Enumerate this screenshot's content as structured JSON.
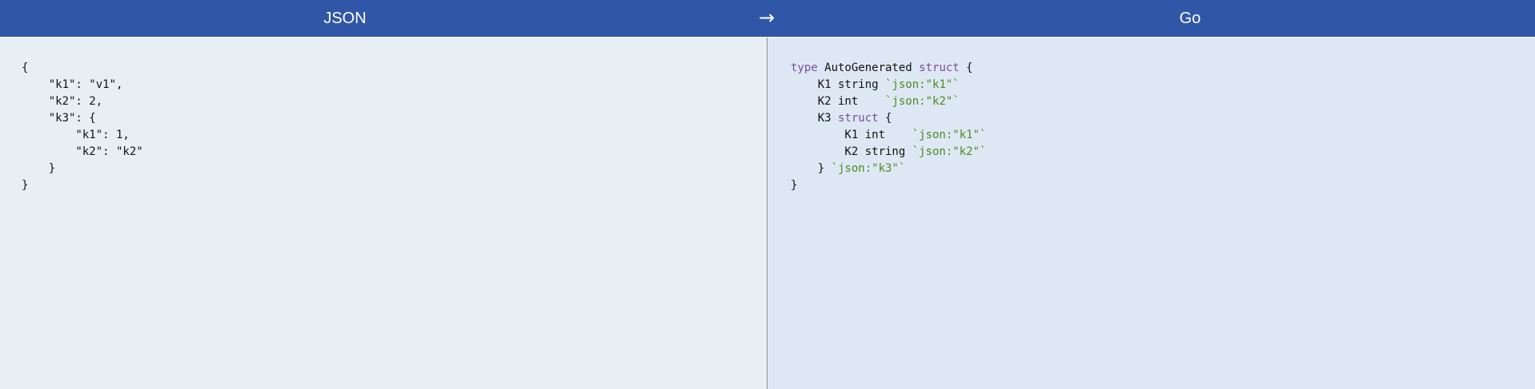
{
  "header": {
    "left_title": "JSON",
    "arrow": "→",
    "right_title": "Go",
    "background_color": "#3056a7"
  },
  "json_pane": {
    "lines": [
      "{",
      "    \"k1\": \"v1\",",
      "    \"k2\": 2,",
      "    \"k3\": {",
      "        \"k1\": 1,",
      "        \"k2\": \"k2\"",
      "    }",
      "}"
    ]
  },
  "go_pane": {
    "lines": [
      [
        {
          "t": "type",
          "c": "kw"
        },
        {
          "t": " AutoGenerated "
        },
        {
          "t": "struct",
          "c": "kw"
        },
        {
          "t": " {"
        }
      ],
      [
        {
          "t": "    K1 string "
        },
        {
          "t": "`json:\"k1\"`",
          "c": "tag"
        }
      ],
      [
        {
          "t": "    K2 int    "
        },
        {
          "t": "`json:\"k2\"`",
          "c": "tag"
        }
      ],
      [
        {
          "t": "    K3 "
        },
        {
          "t": "struct",
          "c": "kw"
        },
        {
          "t": " {"
        }
      ],
      [
        {
          "t": "        K1 int    "
        },
        {
          "t": "`json:\"k1\"`",
          "c": "tag"
        }
      ],
      [
        {
          "t": "        K2 string "
        },
        {
          "t": "`json:\"k2\"`",
          "c": "tag"
        }
      ],
      [
        {
          "t": "    } "
        },
        {
          "t": "`json:\"k3\"`",
          "c": "tag"
        }
      ],
      [
        {
          "t": "}"
        }
      ]
    ],
    "keyword_color": "#7b4c9e",
    "tag_color": "#4e8a1e"
  }
}
